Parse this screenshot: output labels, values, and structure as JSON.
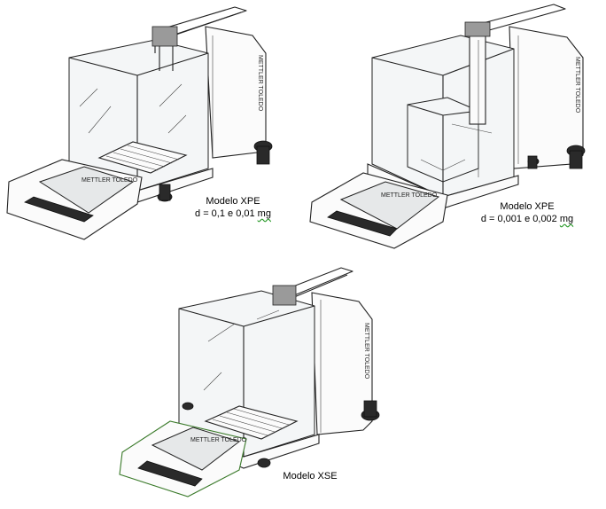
{
  "brand_text": "METTLER TOLEDO",
  "figures": [
    {
      "caption_lines": [
        "Modelo XPE",
        "d = 0,1 e 0,01 "
      ],
      "unit": "mg"
    },
    {
      "caption_lines": [
        "Modelo XPE",
        "d = 0,001 e 0,002 "
      ],
      "unit": "mg"
    },
    {
      "caption_lines": [
        "Modelo XSE"
      ],
      "unit": ""
    }
  ]
}
